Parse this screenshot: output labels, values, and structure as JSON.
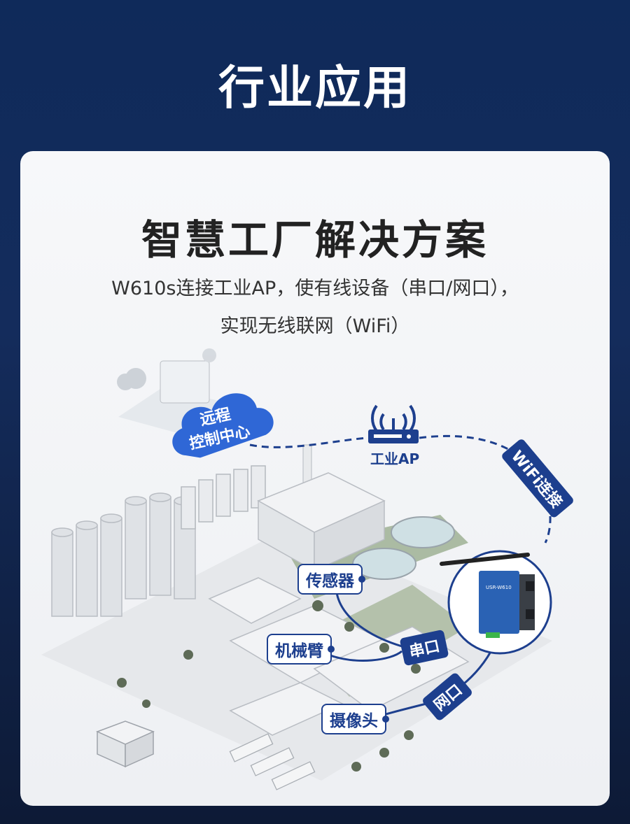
{
  "header": {
    "title": "行业应用"
  },
  "card": {
    "title": "智慧工厂解决方案",
    "subtitle_line1": "W610s连接工业AP，使有线设备（串口/网口），",
    "subtitle_line2": "实现无线联网（WiFi）"
  },
  "diagram": {
    "cloud_line1": "远程",
    "cloud_line2": "控制中心",
    "ap_label": "工业AP",
    "wifi_badge": "WiFi连接",
    "serial_badge": "串口",
    "net_badge": "网口",
    "tags": {
      "sensor": "传感器",
      "arm": "机械臂",
      "camera": "摄像头"
    },
    "device_label": "USR-W610"
  },
  "colors": {
    "accent": "#1d3f8e",
    "cloud": "#2f67d6",
    "page_bg": "#0f2a5a"
  }
}
